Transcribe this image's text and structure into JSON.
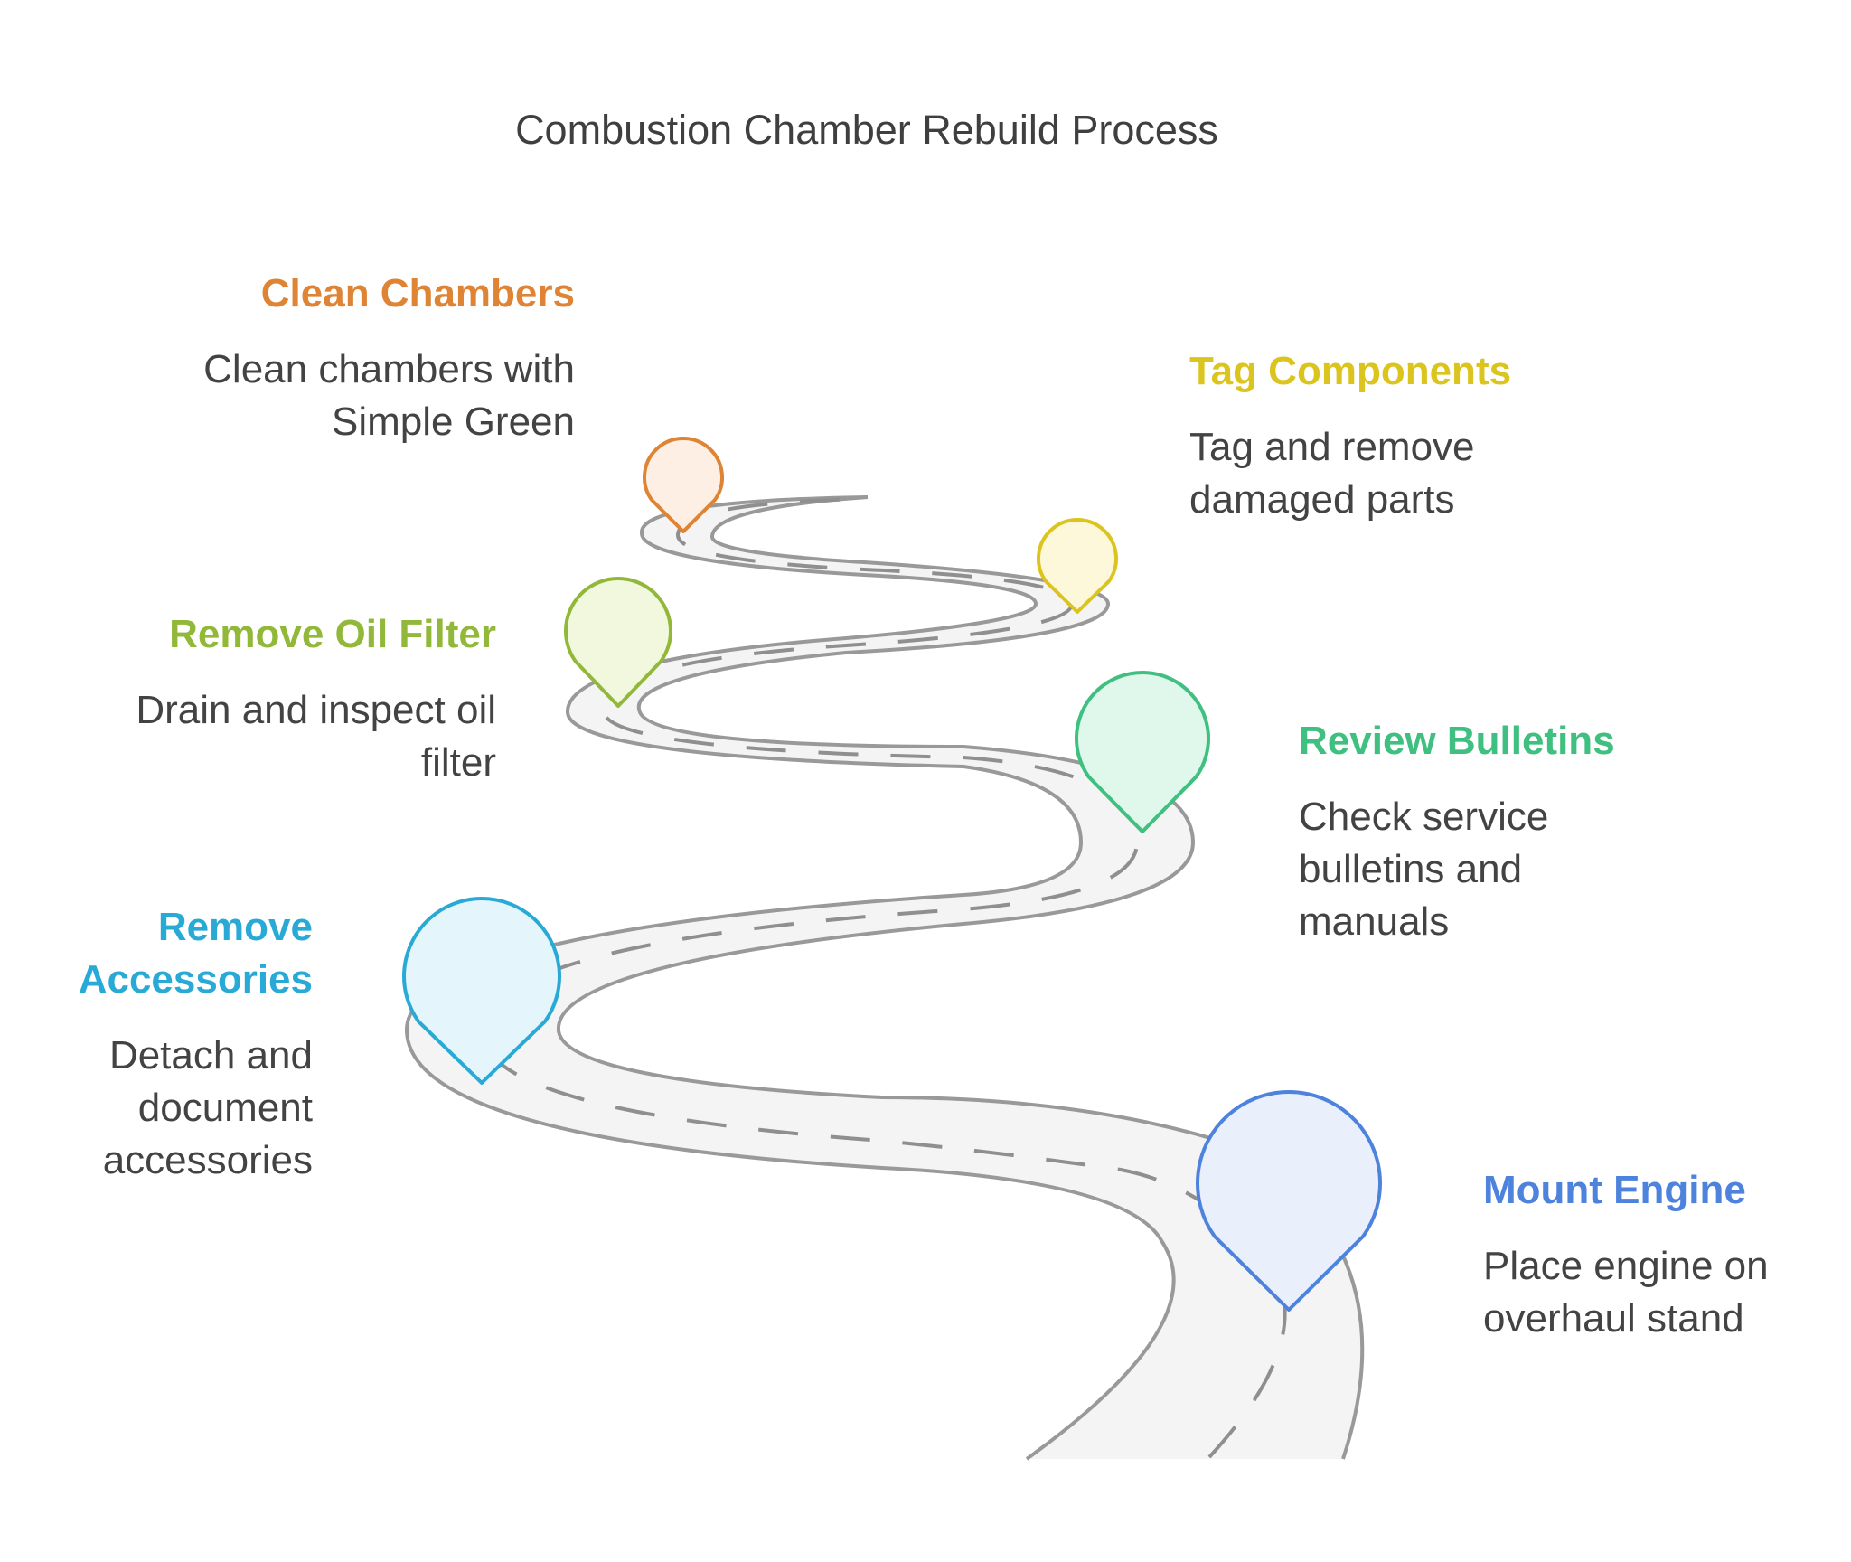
{
  "title": "Combustion Chamber Rebuild Process",
  "steps": [
    {
      "id": "clean-chambers",
      "heading": "Clean Chambers",
      "desc": [
        "Clean chambers with",
        "Simple Green"
      ],
      "color": "#de8434",
      "fill": "#fdefe3"
    },
    {
      "id": "tag-components",
      "heading": "Tag Components",
      "desc": [
        "Tag and remove",
        "damaged parts"
      ],
      "color": "#dcc41e",
      "fill": "#fcf8d9"
    },
    {
      "id": "remove-oil-filter",
      "heading": "Remove Oil Filter",
      "desc": [
        "Drain and inspect oil",
        "filter"
      ],
      "color": "#92b83a",
      "fill": "#f1f8de"
    },
    {
      "id": "review-bulletins",
      "heading": "Review Bulletins",
      "desc": [
        "Check service",
        "bulletins and",
        "manuals"
      ],
      "color": "#3fbf80",
      "fill": "#e0f8ec"
    },
    {
      "id": "remove-accessories",
      "heading": [
        "Remove",
        "Accessories"
      ],
      "desc": [
        "Detach and",
        "document",
        "accessories"
      ],
      "color": "#28a9d6",
      "fill": "#e4f5fb"
    },
    {
      "id": "mount-engine",
      "heading": "Mount Engine",
      "desc": [
        "Place engine on",
        "overhaul stand"
      ],
      "color": "#4d82dd",
      "fill": "#e9f0fc"
    }
  ],
  "road": {
    "fill": "#f4f4f4",
    "edge": "#999999",
    "dash": "#8f8f8f"
  }
}
